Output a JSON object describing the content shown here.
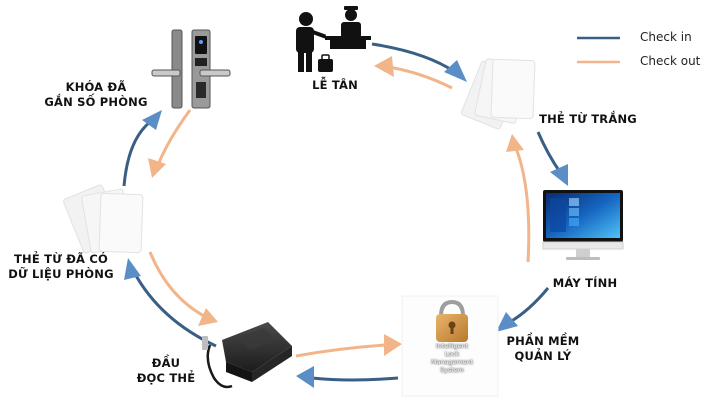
{
  "legend": {
    "check_in_label": "Check in",
    "check_out_label": "Check out",
    "check_in_color": "#3a5f85",
    "check_out_color": "#f2b489"
  },
  "nodes": {
    "le_tan": "LỄ TÂN",
    "the_tu_trang": "THẺ TỪ TRẮNG",
    "may_tinh": "MÁY TÍNH",
    "phan_mem_line1": "PHẦN MỀM",
    "phan_mem_line2": "QUẢN LÝ",
    "dau_doc_line1": "ĐẦU",
    "dau_doc_line2": "ĐỌC THẺ",
    "the_tu_data_line1": "THẺ TỪ ĐÃ CÓ",
    "the_tu_data_line2": "DỮ LIỆU PHÒNG",
    "khoa_line1": "KHÓA ĐÃ",
    "khoa_line2": "GẮN SỐ PHÒNG"
  },
  "lock_software": {
    "line1": "Intelligent",
    "line2": "Lock",
    "line3": "Management",
    "line4": "System"
  },
  "icons": {
    "reception": "reception-desk-icon",
    "blank_cards": "blank-cards-icon",
    "computer": "desktop-computer-icon",
    "software": "padlock-icon",
    "reader": "card-reader-icon",
    "data_cards": "data-cards-icon",
    "door_lock": "door-lock-icon"
  }
}
